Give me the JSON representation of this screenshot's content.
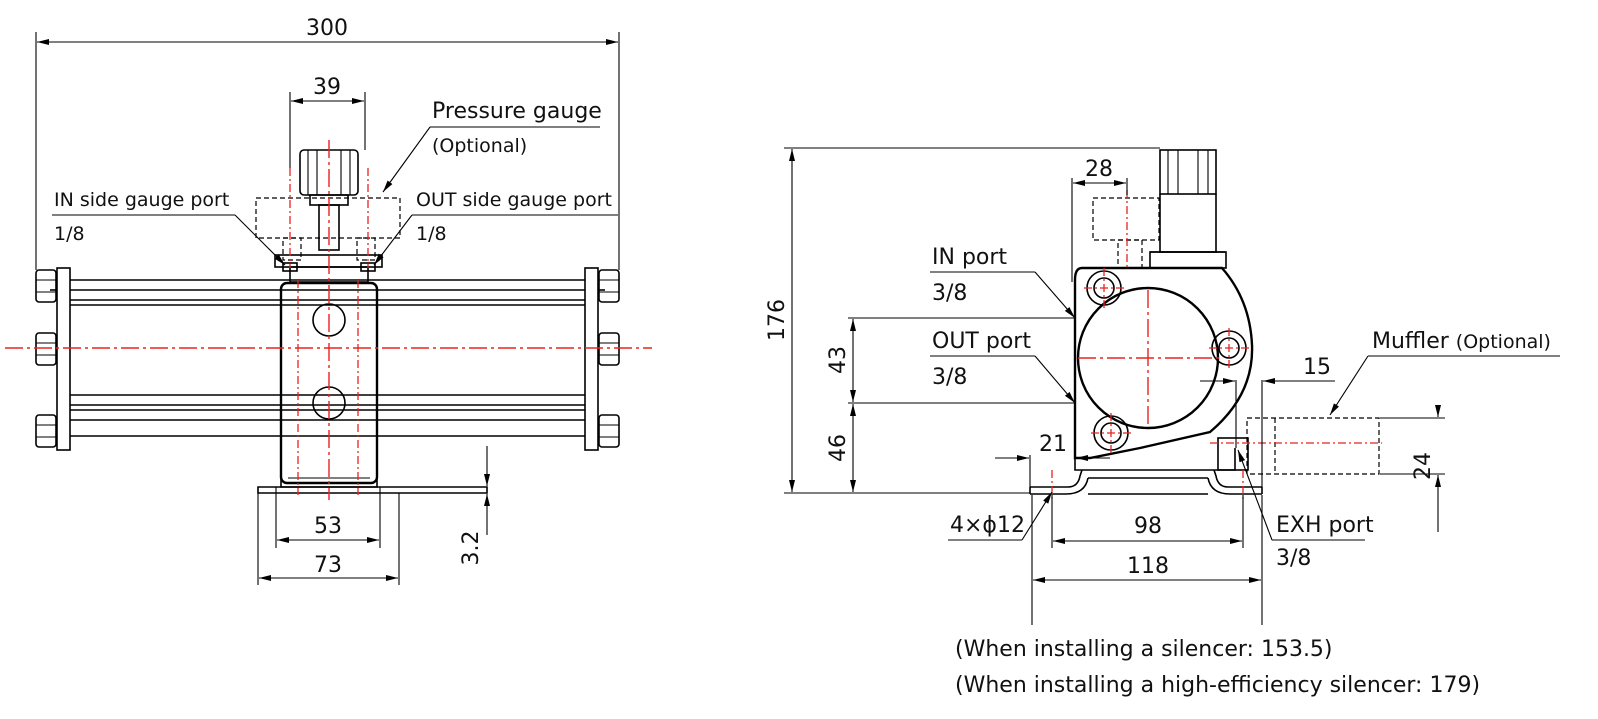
{
  "left_view": {
    "dim_overall_length": "300",
    "dim_gauge_span": "39",
    "dim_bracket_holes": "53",
    "dim_bracket_width": "73",
    "dim_plate_thickness": "3.2",
    "label_pressure_gauge": "Pressure gauge",
    "label_pressure_gauge_note": "(Optional)",
    "label_in_gauge_port": "IN side gauge port",
    "label_in_gauge_port_size": "1/8",
    "label_out_gauge_port": "OUT side gauge port",
    "label_out_gauge_port_size": "1/8"
  },
  "right_view": {
    "dim_overall_height": "176",
    "dim_gauge_offset": "28",
    "dim_out_to_center": "43",
    "dim_out_height": "46",
    "dim_base_offset": "21",
    "dim_exh_offset": "15",
    "dim_muffler_height": "24",
    "dim_mount_holes": "98",
    "dim_base_width": "118",
    "label_in_port": "IN port",
    "label_in_port_size": "3/8",
    "label_out_port": "OUT port",
    "label_out_port_size": "3/8",
    "label_muffler": "Muffler",
    "label_muffler_note": "(Optional)",
    "label_mount_holes": "4×ϕ12",
    "label_exh_port": "EXH port",
    "label_exh_port_size": "3/8",
    "note_silencer": "(When installing a silencer: 153.5)",
    "note_high_eff_silencer": "(When installing a high-efficiency silencer: 179)"
  }
}
